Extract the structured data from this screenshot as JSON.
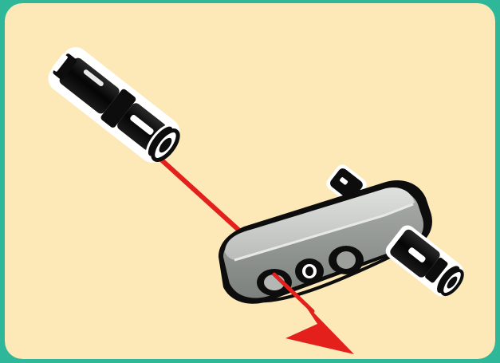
{
  "panel": {
    "background": "#fde9b8",
    "frame_color": "#2fb79a"
  },
  "colors": {
    "arrow": "#e3201b",
    "beam_fill": "#c9ccc9",
    "beam_shadow": "#8f9390",
    "part_black": "#0d0d0d",
    "highlight": "#ffffff"
  },
  "parts": [
    {
      "name": "axle-pin-with-friction",
      "icon": "lego-pin-black-icon"
    },
    {
      "name": "liftarm-thick-1x3",
      "icon": "lego-liftarm-gray-icon"
    },
    {
      "name": "axle-pin-inserted",
      "icon": "lego-pin-black-icon"
    }
  ],
  "instruction": {
    "type": "insert-arrow",
    "direction": "down-right"
  }
}
